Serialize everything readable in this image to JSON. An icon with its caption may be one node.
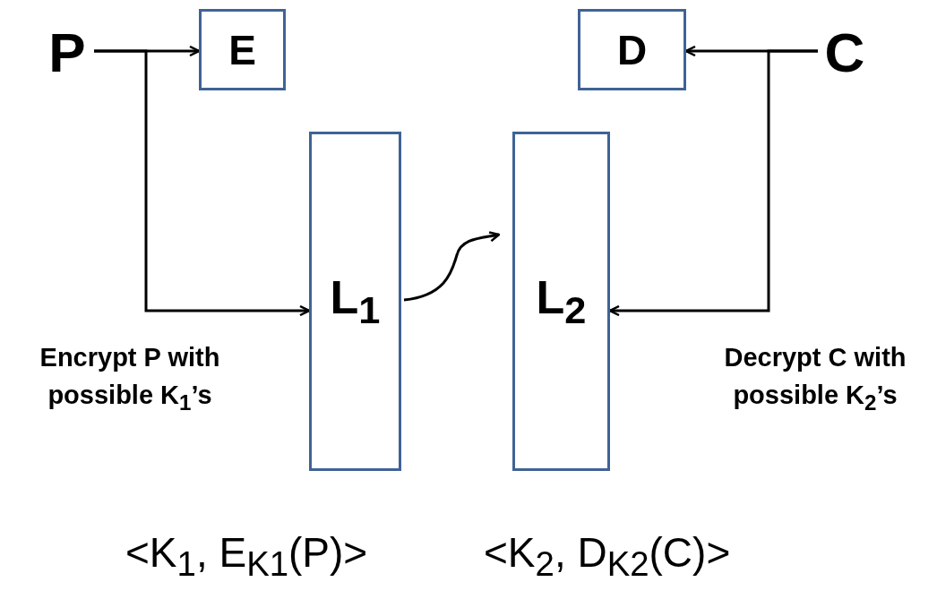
{
  "diagram": {
    "nodes": [
      {
        "text": [
          "P"
        ]
      },
      {
        "text": [
          "E"
        ]
      },
      {
        "text": [
          "D"
        ]
      },
      {
        "text": [
          "C"
        ]
      },
      {
        "text": [
          "L$_{1}$"
        ]
      },
      {
        "text": [
          "L$_{2}$"
        ]
      }
    ],
    "edges": [
      {
        "from": 0,
        "to": 1,
        "arrow": "to"
      },
      {
        "from": 0,
        "to": 4,
        "arrow": "to"
      },
      {
        "from": 3,
        "to": 2,
        "arrow": "to"
      },
      {
        "from": 3,
        "to": 5,
        "arrow": "to"
      },
      {
        "from": 4,
        "to": 5,
        "arrow": "to"
      }
    ],
    "labels": [
      "Encrypt P with possible K$_{1}$’s",
      "Decrypt C with possible K$_{2}$’s",
      "<K$_{1}$, E$_{K1}$(P)>",
      "<K$_{2}$, D$_{K2}$(C)>"
    ]
  }
}
